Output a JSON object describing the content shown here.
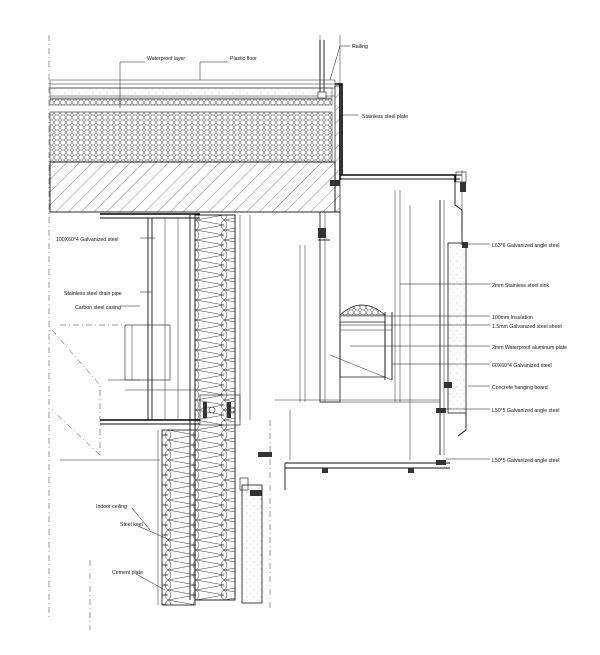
{
  "drawing": {
    "labels": {
      "railing": "Railing",
      "waterproof_layer": "Waterproof layer",
      "plastic_floor": "Plastic floor",
      "stainless_plate": "Stainless steel plate",
      "galvanized_100x60": "100X60*4 Galvanized steel",
      "drain_pipe": "Stainless steel drain pipe",
      "carbon_casing": "Carbon steel casing",
      "angle_l63": "L63*6 Galvanized angle steel",
      "sink": "2mm Stainless steel sink",
      "insulation": "100mm Insulation",
      "steel_sheet": "1.5mm Galvanized steel sheet",
      "aluminum_plate": "2mm Waterproof aluminum plate",
      "galvanized_60x60": "60X60*4 Galvanized steel",
      "hanging_board": "Concrete hanging board",
      "angle_l50_upper": "L50*5 Galvanized angle steel",
      "angle_l50_lower": "L50*5 Galvanized angle steel",
      "indoor_ceiling": "Indoor ceiling",
      "steel_keel": "Steel keel",
      "cement_plate": "Cement plate"
    }
  }
}
